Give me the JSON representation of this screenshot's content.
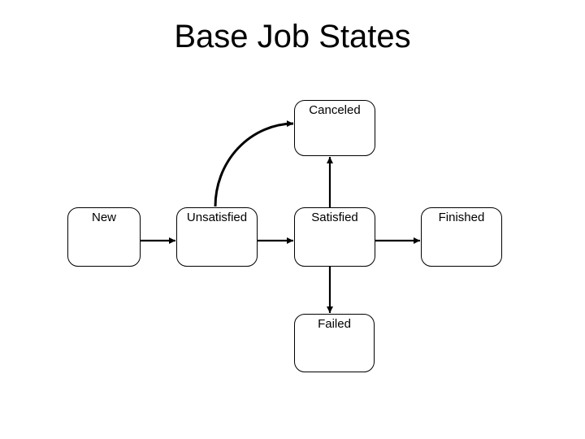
{
  "slide": {
    "title": "Base Job States",
    "background_color": "#ffffff",
    "text_color": "#000000"
  },
  "diagram": {
    "type": "state-diagram",
    "stroke_color": "#000000",
    "node_fill_color": "#ffffff",
    "nodes": [
      {
        "id": "canceled",
        "label": "Canceled"
      },
      {
        "id": "new",
        "label": "New"
      },
      {
        "id": "unsatisfied",
        "label": "Unsatisfied"
      },
      {
        "id": "satisfied",
        "label": "Satisfied"
      },
      {
        "id": "finished",
        "label": "Finished"
      },
      {
        "id": "failed",
        "label": "Failed"
      }
    ],
    "edges": [
      {
        "from": "New",
        "to": "Unsatisfied",
        "style": "straight-arrow"
      },
      {
        "from": "Unsatisfied",
        "to": "Satisfied",
        "style": "straight-arrow"
      },
      {
        "from": "Satisfied",
        "to": "Finished",
        "style": "straight-arrow"
      },
      {
        "from": "Satisfied",
        "to": "Canceled",
        "style": "straight-arrow"
      },
      {
        "from": "Satisfied",
        "to": "Failed",
        "style": "straight-arrow"
      },
      {
        "from": "Unsatisfied",
        "to": "Canceled",
        "style": "curved-arrow"
      }
    ]
  }
}
